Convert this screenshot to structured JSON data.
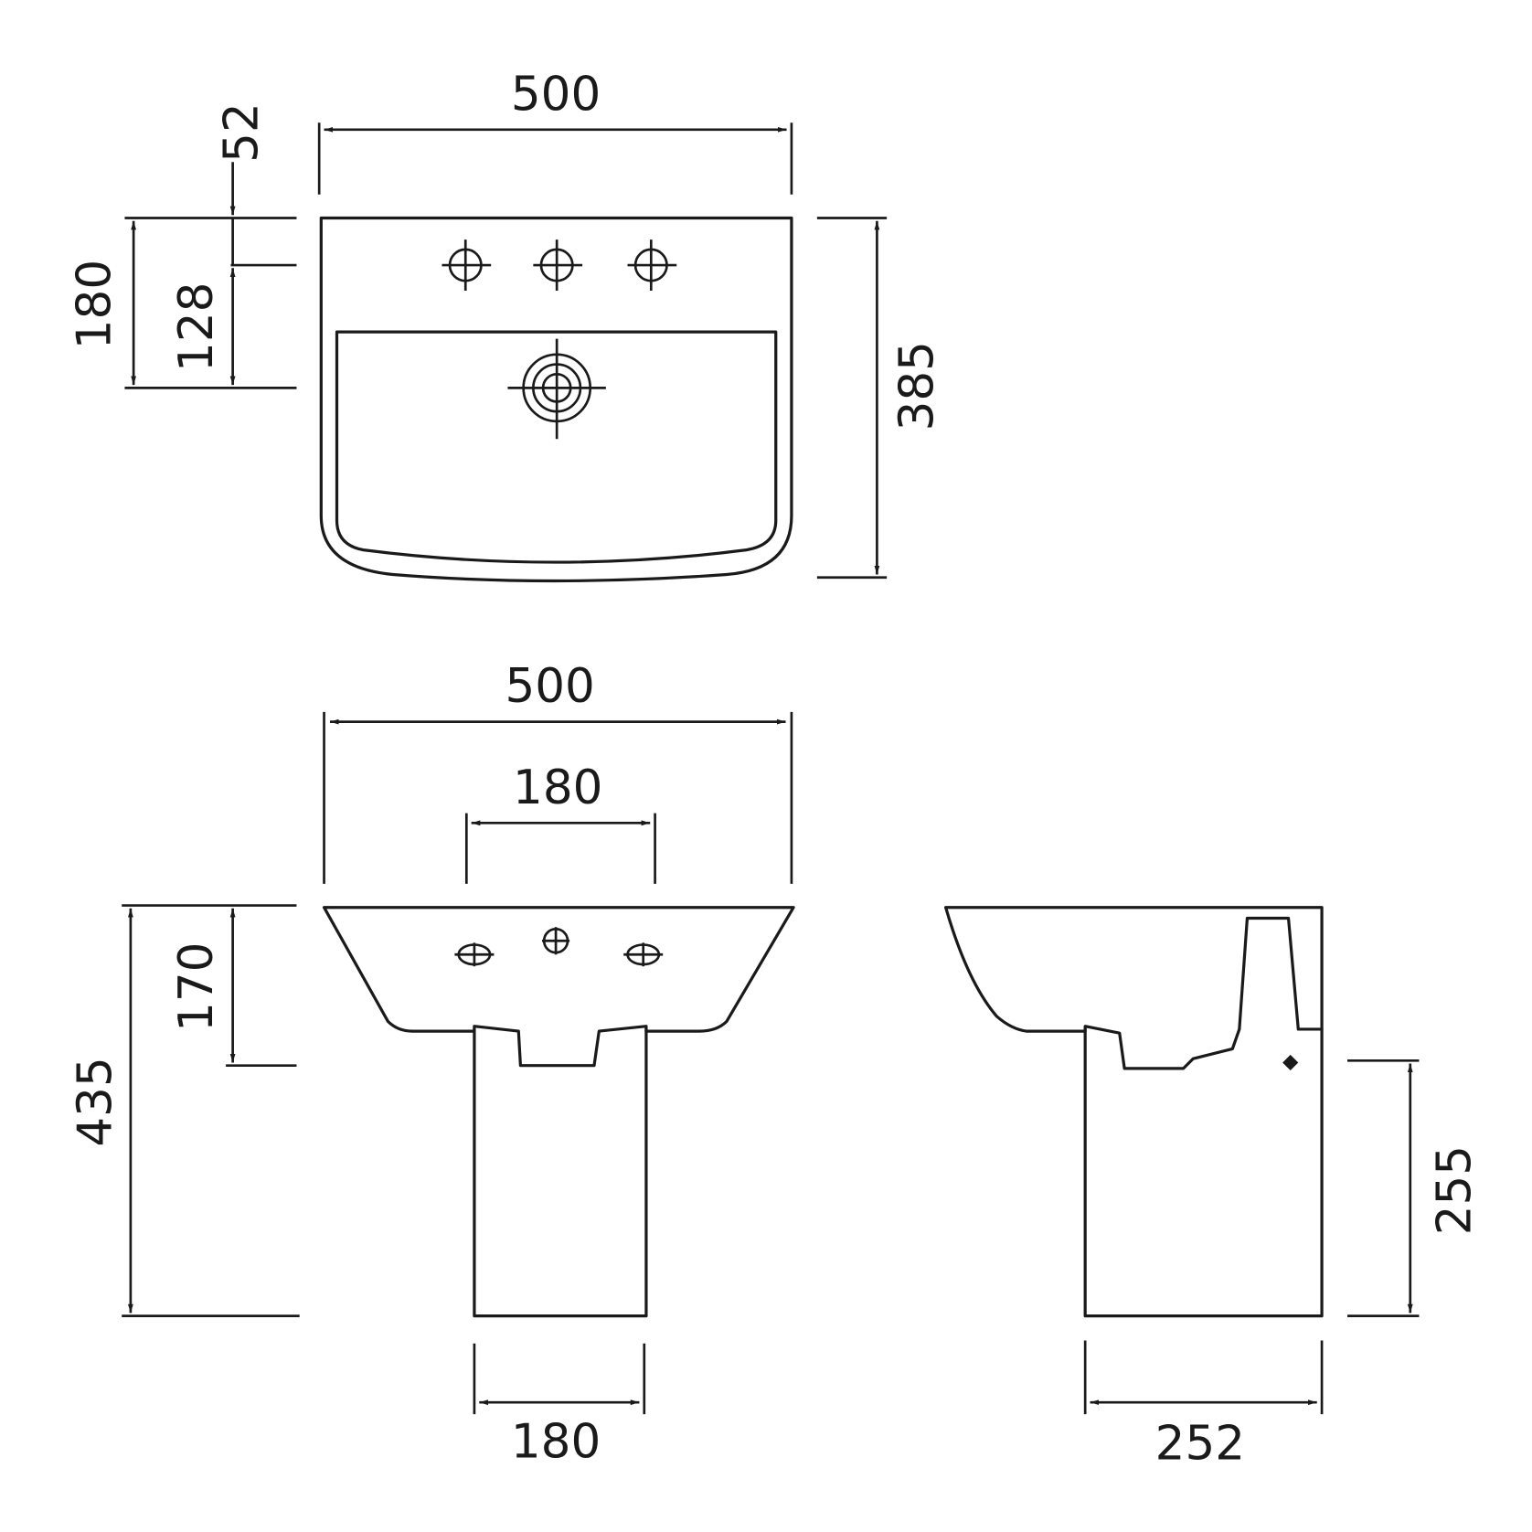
{
  "diagram": {
    "top_view": {
      "width_label": "500",
      "tap_offset_label": "52",
      "overall_depth_label": "180",
      "waste_offset_label": "128",
      "depth_label": "385"
    },
    "front_view": {
      "width_label": "500",
      "tap_spacing_label": "180",
      "basin_height_label": "170",
      "overall_height_label": "435",
      "pedestal_width_label": "180"
    },
    "side_view": {
      "pedestal_height_label": "255",
      "pedestal_depth_label": "252"
    },
    "line_color": "#1a1a1a"
  }
}
